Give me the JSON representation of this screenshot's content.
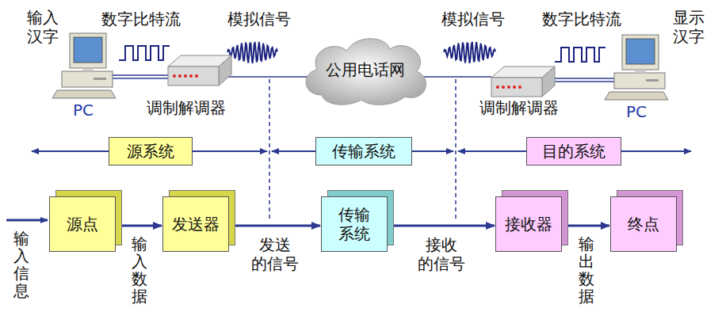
{
  "diagram": {
    "nodes": [
      {
        "text": [
          "公用电话网"
        ]
      },
      {
        "text": [
          "源系统"
        ]
      },
      {
        "text": [
          "传输系统"
        ]
      },
      {
        "text": [
          "目的系统"
        ]
      },
      {
        "text": [
          "源点"
        ]
      },
      {
        "text": [
          "发送器"
        ]
      },
      {
        "text": [
          "传输 系统"
        ]
      },
      {
        "text": [
          "接收器"
        ]
      },
      {
        "text": [
          "终点"
        ]
      }
    ],
    "edges": [
      {
        "from": 4,
        "to": 5,
        "arrow": "to",
        "label": "输入数据"
      },
      {
        "from": 5,
        "to": 6,
        "arrow": "to",
        "label": "发送 的信号"
      },
      {
        "from": 6,
        "to": 7,
        "arrow": "to",
        "label": "接收 的信号"
      },
      {
        "from": 7,
        "to": 8,
        "arrow": "to",
        "label": "输出数据"
      }
    ],
    "labels": [
      "输入 汉字",
      "数字比特流",
      "模拟信号",
      "PC",
      "调制解调器",
      "模拟信号",
      "数字比特流",
      "显示 汉字",
      "调制解调器",
      "PC",
      "输入信息"
    ]
  }
}
